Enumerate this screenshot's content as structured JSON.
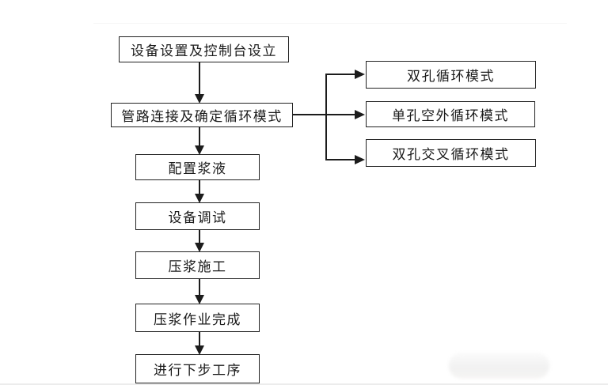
{
  "diagram": {
    "type": "flowchart",
    "steps": [
      {
        "label": "设备设置及控制台设立"
      },
      {
        "label": "管路连接及确定循环模式"
      },
      {
        "label": "配置浆液"
      },
      {
        "label": "设备调试"
      },
      {
        "label": "压浆施工"
      },
      {
        "label": "压浆作业完成"
      },
      {
        "label": "进行下步工序"
      }
    ],
    "branch_modes": [
      {
        "label": "双孔循环模式"
      },
      {
        "label": "单孔空外循环模式"
      },
      {
        "label": "双孔交叉循环模式"
      }
    ],
    "colors": {
      "background": "#ffffff",
      "box_border": "#222222",
      "line": "#1c1c1c",
      "text": "#1a1a1a"
    }
  }
}
